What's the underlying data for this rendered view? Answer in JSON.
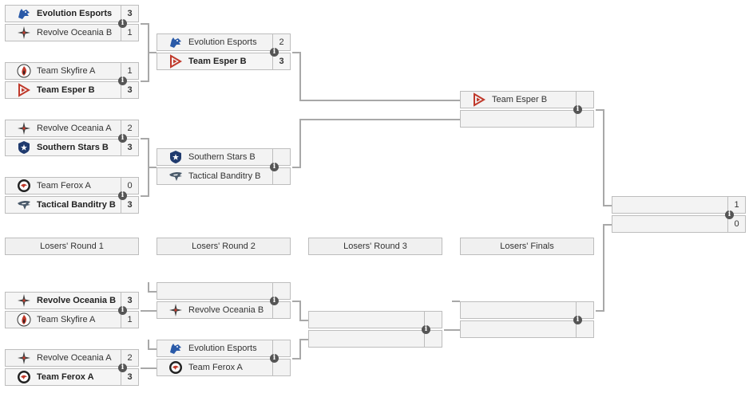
{
  "round_labels": [
    "Losers' Round 1",
    "Losers' Round 2",
    "Losers' Round 3",
    "Losers' Finals"
  ],
  "info_glyph": "i",
  "matches": {
    "wr1_m1": {
      "top": {
        "name": "Evolution Esports",
        "score": "3",
        "win": true,
        "logo": "wolf-logo"
      },
      "bot": {
        "name": "Revolve Oceania B",
        "score": "1",
        "win": false,
        "logo": "compass-star-logo"
      }
    },
    "wr1_m2": {
      "top": {
        "name": "Team Skyfire A",
        "score": "1",
        "win": false,
        "logo": "flame-logo"
      },
      "bot": {
        "name": "Team Esper B",
        "score": "3",
        "win": true,
        "logo": "esper-logo"
      }
    },
    "wr1_m3": {
      "top": {
        "name": "Revolve Oceania A",
        "score": "2",
        "win": false,
        "logo": "compass-star-logo"
      },
      "bot": {
        "name": "Southern Stars B",
        "score": "3",
        "win": true,
        "logo": "shield-star-logo"
      }
    },
    "wr1_m4": {
      "top": {
        "name": "Team Ferox A",
        "score": "0",
        "win": false,
        "logo": "ferox-logo"
      },
      "bot": {
        "name": "Tactical Banditry B",
        "score": "3",
        "win": true,
        "logo": "bandit-logo"
      }
    },
    "wr2_m1": {
      "top": {
        "name": "Evolution Esports",
        "score": "2",
        "win": false,
        "logo": "wolf-logo"
      },
      "bot": {
        "name": "Team Esper B",
        "score": "3",
        "win": true,
        "logo": "esper-logo"
      }
    },
    "wr2_m2": {
      "top": {
        "name": "Southern Stars B",
        "score": "",
        "win": false,
        "logo": "shield-star-logo"
      },
      "bot": {
        "name": "Tactical Banditry B",
        "score": "",
        "win": false,
        "logo": "bandit-logo"
      }
    },
    "wf": {
      "top": {
        "name": "Team Esper B",
        "score": "",
        "win": false,
        "logo": "esper-logo"
      },
      "bot": {
        "name": "",
        "score": "",
        "win": false,
        "logo": ""
      }
    },
    "gf": {
      "top": {
        "name": "",
        "score": "1",
        "win": false,
        "logo": ""
      },
      "bot": {
        "name": "",
        "score": "0",
        "win": false,
        "logo": ""
      }
    },
    "lr1_m1": {
      "top": {
        "name": "Revolve Oceania B",
        "score": "3",
        "win": true,
        "logo": "compass-star-logo"
      },
      "bot": {
        "name": "Team Skyfire A",
        "score": "1",
        "win": false,
        "logo": "flame-logo"
      }
    },
    "lr1_m2": {
      "top": {
        "name": "Revolve Oceania A",
        "score": "2",
        "win": false,
        "logo": "compass-star-logo"
      },
      "bot": {
        "name": "Team Ferox A",
        "score": "3",
        "win": true,
        "logo": "ferox-logo"
      }
    },
    "lr2_m1": {
      "top": {
        "name": "",
        "score": "",
        "win": false,
        "logo": ""
      },
      "bot": {
        "name": "Revolve Oceania B",
        "score": "",
        "win": false,
        "logo": "compass-star-logo"
      }
    },
    "lr2_m2": {
      "top": {
        "name": "Evolution Esports",
        "score": "",
        "win": false,
        "logo": "wolf-logo"
      },
      "bot": {
        "name": "Team Ferox A",
        "score": "",
        "win": false,
        "logo": "ferox-logo"
      }
    },
    "lr3": {
      "top": {
        "name": "",
        "score": "",
        "win": false,
        "logo": ""
      },
      "bot": {
        "name": "",
        "score": "",
        "win": false,
        "logo": ""
      }
    },
    "lf": {
      "top": {
        "name": "",
        "score": "",
        "win": false,
        "logo": ""
      },
      "bot": {
        "name": "",
        "score": "",
        "win": false,
        "logo": ""
      }
    }
  }
}
